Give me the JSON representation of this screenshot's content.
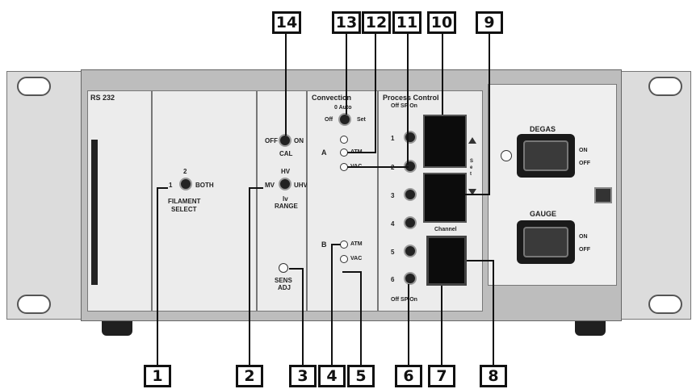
{
  "panel": {
    "rs232_label": "RS 232",
    "filament": {
      "pos1": "1",
      "pos2": "2",
      "both": "BOTH",
      "label_line1": "FILAMENT",
      "label_line2": "SELECT"
    },
    "cal": {
      "off": "OFF",
      "on": "ON",
      "label": "CAL"
    },
    "range": {
      "mv": "MV",
      "hv": "HV",
      "uhv": "UHV",
      "lv": "lv",
      "label": "RANGE"
    },
    "sens": {
      "line1": "SENS",
      "line2": "ADJ"
    },
    "convection": {
      "title": "Convection",
      "auto": "0 Auto",
      "off": "Off",
      "set": "Set",
      "channel_a": "A",
      "channel_b": "B",
      "atm": "ATM",
      "vac": "VAC"
    },
    "process_control": {
      "title": "Process Control",
      "top_scale": "Off SP On",
      "bottom_scale": "Off SP On",
      "channels": [
        "1",
        "2",
        "3",
        "4",
        "5",
        "6"
      ],
      "set_label": "S e t",
      "channel_label": "Channel"
    },
    "degas": {
      "label": "DEGAS",
      "on": "ON",
      "off": "OFF"
    },
    "gauge": {
      "label": "GAUGE",
      "on": "ON",
      "off": "OFF"
    }
  },
  "callouts": [
    "1",
    "2",
    "3",
    "4",
    "5",
    "6",
    "7",
    "8",
    "9",
    "10",
    "11",
    "12",
    "13",
    "14"
  ]
}
